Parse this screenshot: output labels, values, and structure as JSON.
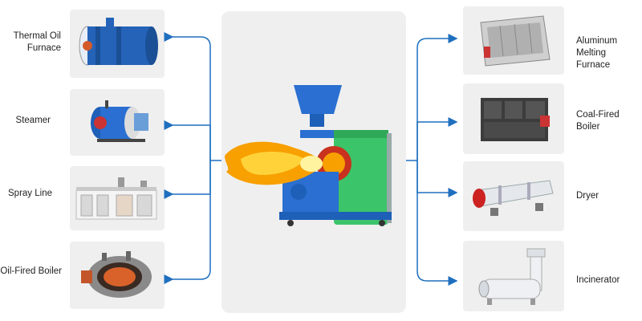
{
  "left_items": [
    {
      "label_line1": "Thermal Oil",
      "label_line2": "Furnace",
      "icon": "thermal-oil-furnace-icon"
    },
    {
      "label_line1": "Steamer",
      "label_line2": "",
      "icon": "steamer-icon"
    },
    {
      "label_line1": "Spray Line",
      "label_line2": "",
      "icon": "spray-line-icon"
    },
    {
      "label_line1": "Oil-Fired Boiler",
      "label_line2": "",
      "icon": "oil-fired-boiler-icon"
    }
  ],
  "right_items": [
    {
      "label_line1": "Aluminum",
      "label_line2": "Melting Furnace",
      "icon": "aluminum-melting-furnace-icon"
    },
    {
      "label_line1": "Coal-Fired Boiler",
      "label_line2": "",
      "icon": "coal-fired-boiler-icon"
    },
    {
      "label_line1": "Dryer",
      "label_line2": "",
      "icon": "dryer-icon"
    },
    {
      "label_line1": "Incinerator",
      "label_line2": "",
      "icon": "incinerator-icon"
    }
  ],
  "center": {
    "icon": "biomass-burner-icon"
  },
  "colors": {
    "arrow": "#1f6fbf",
    "card": "#efefef",
    "burner_body": "#3cc46a",
    "burner_blue": "#2a6fd1",
    "flame": "#f7a000"
  }
}
